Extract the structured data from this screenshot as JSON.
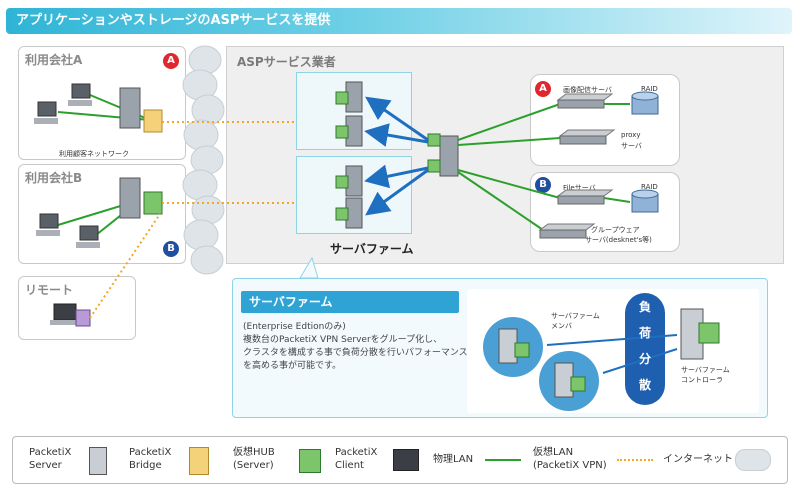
{
  "banner": "アプリケーションやストレージのASPサービスを提供",
  "company_a": {
    "title": "利用会社A",
    "badge": "A",
    "network_label": "利用顧客ネットワーク"
  },
  "company_b": {
    "title": "利用会社B",
    "badge": "B"
  },
  "remote": {
    "title": "リモート"
  },
  "asp": {
    "title": "ASPサービス業者",
    "farm_label": "サーバファーム",
    "panel_a": {
      "badge": "A",
      "image_server": "画像配信サーバ",
      "raid": "RAID",
      "proxy": "proxy",
      "proxy_sub": "サーバ"
    },
    "panel_b": {
      "badge": "B",
      "file_server": "Fileサーバ",
      "raid": "RAID",
      "groupware": "グループウェア",
      "groupware_sub": "サーバ(desknet's等)"
    }
  },
  "callout": {
    "title": "サーバファーム",
    "line1": "(Enterprise Edtionのみ)",
    "line2": "複数台のPacketiX VPN Serverをグループ化し、",
    "line3": "クラスタを構成する事で負荷分散を行いパフォーマンス",
    "line4": "を高める事が可能です。",
    "member_label": "サーバファーム",
    "member_sub": "メンバ",
    "load_chars": [
      "負",
      "荷",
      "分",
      "散"
    ],
    "controller_label": "サーバファーム",
    "controller_sub": "コントローラ"
  },
  "legend": {
    "server": [
      "PacketiX",
      "Server"
    ],
    "bridge": [
      "PacketiX",
      "Bridge"
    ],
    "hub": [
      "仮想HUB",
      "(Server)"
    ],
    "client": [
      "PacketiX",
      "Client"
    ],
    "physical_lan": "物理LAN",
    "virtual_lan": [
      "仮想LAN",
      "(PacketiX VPN)"
    ],
    "internet": "インターネット"
  },
  "colors": {
    "physical_lan": "#2ca02c",
    "virtual_lan": "#f5a623",
    "arrow": "#1f6fc1",
    "banner": "#2fb4d6"
  }
}
